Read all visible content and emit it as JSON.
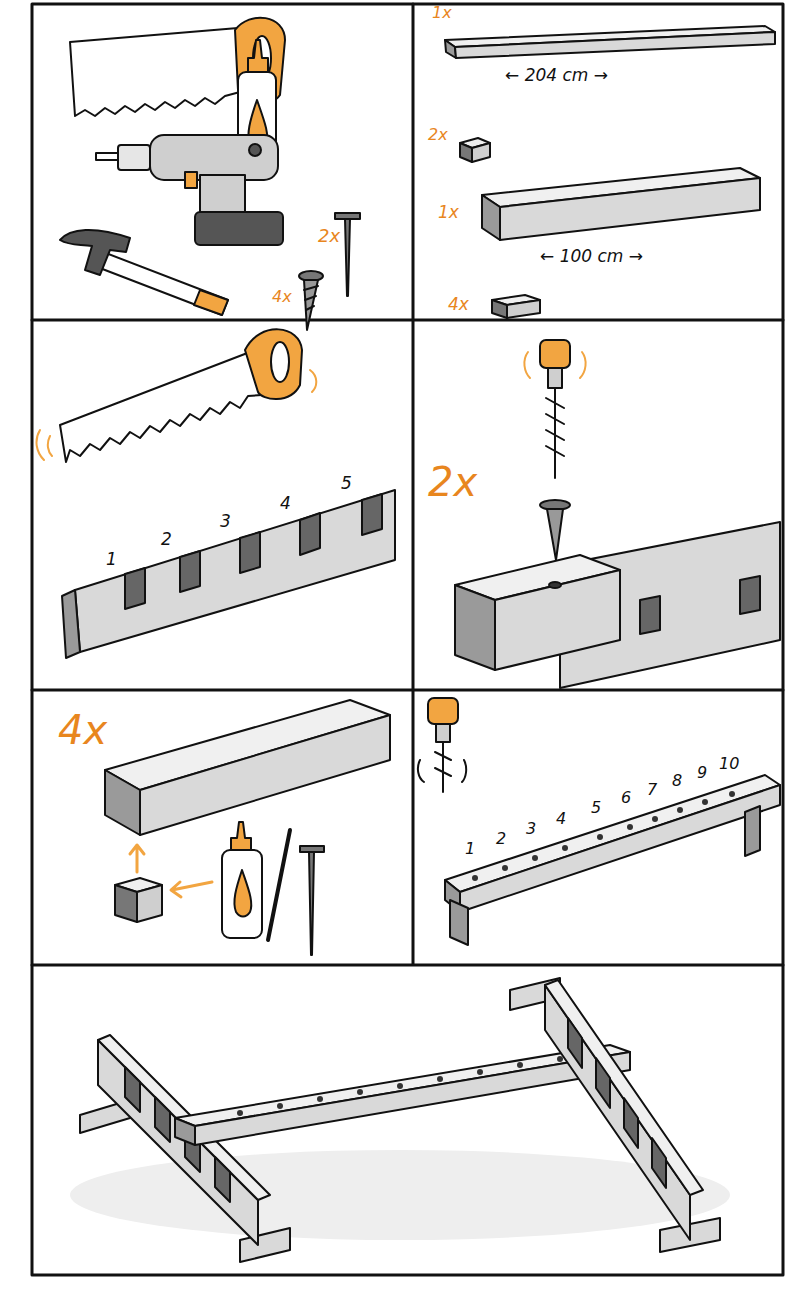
{
  "diagram": {
    "labels": [
      "2x",
      "4x",
      "1x",
      "← 204 cm →",
      "2x",
      "1x",
      "← 100 cm →",
      "4x",
      "1",
      "2",
      "3",
      "4",
      "5",
      "2x",
      "4x",
      "1",
      "2",
      "3",
      "4",
      "5",
      "6",
      "7",
      "8",
      "9",
      "10"
    ]
  }
}
